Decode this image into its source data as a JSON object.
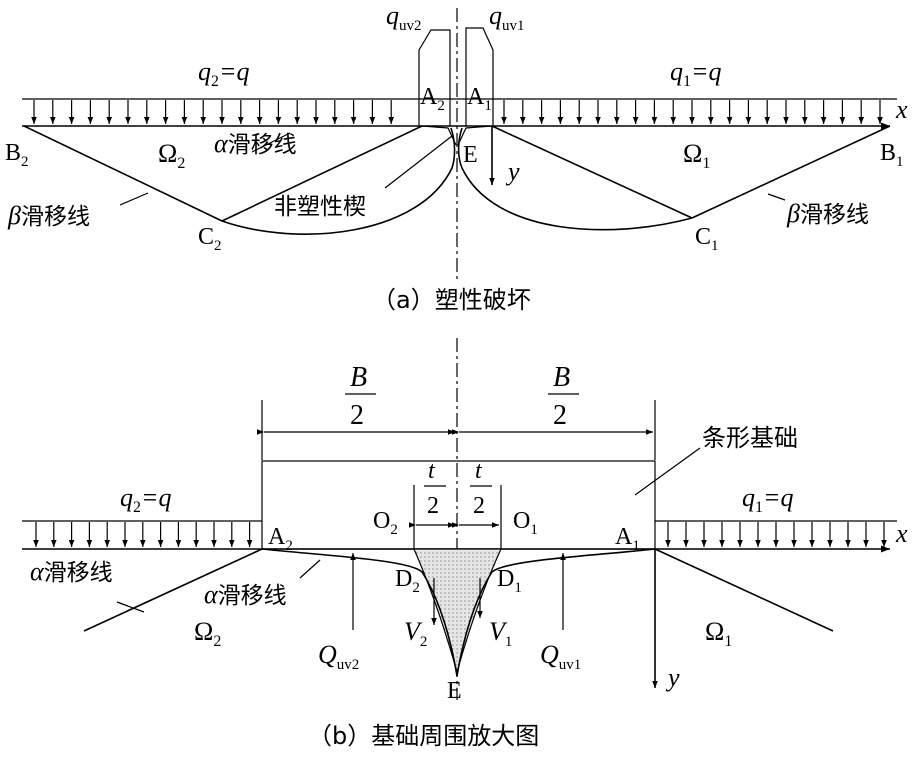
{
  "panel_a": {
    "caption": "（a）塑性破坏",
    "q_left": "q",
    "q_left_sub": "uv2",
    "q_right": "q",
    "q_right_sub": "uv1",
    "load_left_main": "q",
    "load_left_sub": "2",
    "load_left_eq": "=q",
    "load_right_main": "q",
    "load_right_sub": "1",
    "load_right_eq": "=q",
    "A2": "A",
    "A2_sub": "2",
    "A1": "A",
    "A1_sub": "1",
    "B2": "B",
    "B2_sub": "2",
    "B1": "B",
    "B1_sub": "1",
    "C2": "C",
    "C2_sub": "2",
    "C1": "C",
    "C1_sub": "1",
    "E": "E",
    "x": "x",
    "y": "y",
    "omega2": "Ω",
    "omega2_sub": "2",
    "omega1": "Ω",
    "omega1_sub": "1",
    "alpha_sym": "α",
    "alpha_text": "滑移线",
    "beta_sym_left": "β",
    "beta_text_left": "滑移线",
    "beta_sym_right": "β",
    "beta_text_right": "滑移线",
    "nonplastic": "非塑性楔"
  },
  "panel_b": {
    "caption": "（b）基础周围放大图",
    "B_num": "B",
    "B_den": "2",
    "B_num_r": "B",
    "B_den_r": "2",
    "t_num": "t",
    "t_den": "2",
    "t_num_r": "t",
    "t_den_r": "2",
    "foundation": "条形基础",
    "load_left_main": "q",
    "load_left_sub": "2",
    "load_left_eq": "=q",
    "load_right_main": "q",
    "load_right_sub": "1",
    "load_right_eq": "=q",
    "A2": "A",
    "A2_sub": "2",
    "A1": "A",
    "A1_sub": "1",
    "O2": "O",
    "O2_sub": "2",
    "O1": "O",
    "O1_sub": "1",
    "D2": "D",
    "D2_sub": "2",
    "D1": "D",
    "D1_sub": "1",
    "V2": "V",
    "V2_sub": "2",
    "V1": "V",
    "V1_sub": "1",
    "Q2": "Q",
    "Q2_sub": "uv2",
    "Q1": "Q",
    "Q1_sub": "uv1",
    "E": "E",
    "x": "x",
    "y": "y",
    "omega2": "Ω",
    "omega2_sub": "2",
    "omega1": "Ω",
    "omega1_sub": "1",
    "alpha_sym_left": "α",
    "alpha_text_left": "滑移线",
    "alpha_sym_mid": "α",
    "alpha_text_mid": "滑移线"
  },
  "colors": {
    "ink": "#000000",
    "wedge_fill": "#d0d0d0"
  }
}
